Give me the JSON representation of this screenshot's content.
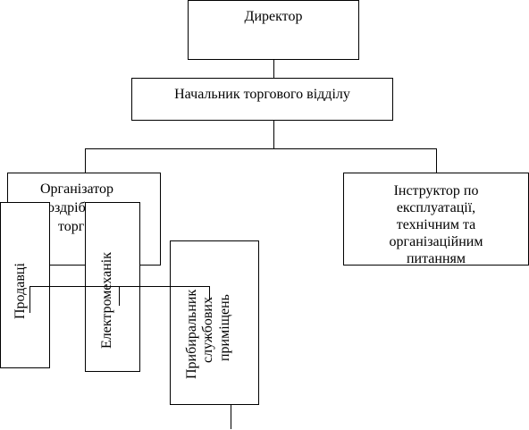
{
  "org_chart": {
    "director": "Директор",
    "head_of_trade": "Начальник торгового відділу",
    "retail_organizer": {
      "line1": "Організатор",
      "line2_visible": "роздрібної",
      "line3_visible": "торг"
    },
    "instructor": {
      "line1": "Інструктор по",
      "line2": "експлуатації,",
      "line3": "технічним та",
      "line4": "організаційним",
      "line5": "питанням"
    },
    "sellers": "Продавці",
    "electromechanic": "Електромеханік",
    "cleaner": {
      "line1": "Прибиральник",
      "line2": "службових",
      "line3": "приміщень"
    }
  }
}
